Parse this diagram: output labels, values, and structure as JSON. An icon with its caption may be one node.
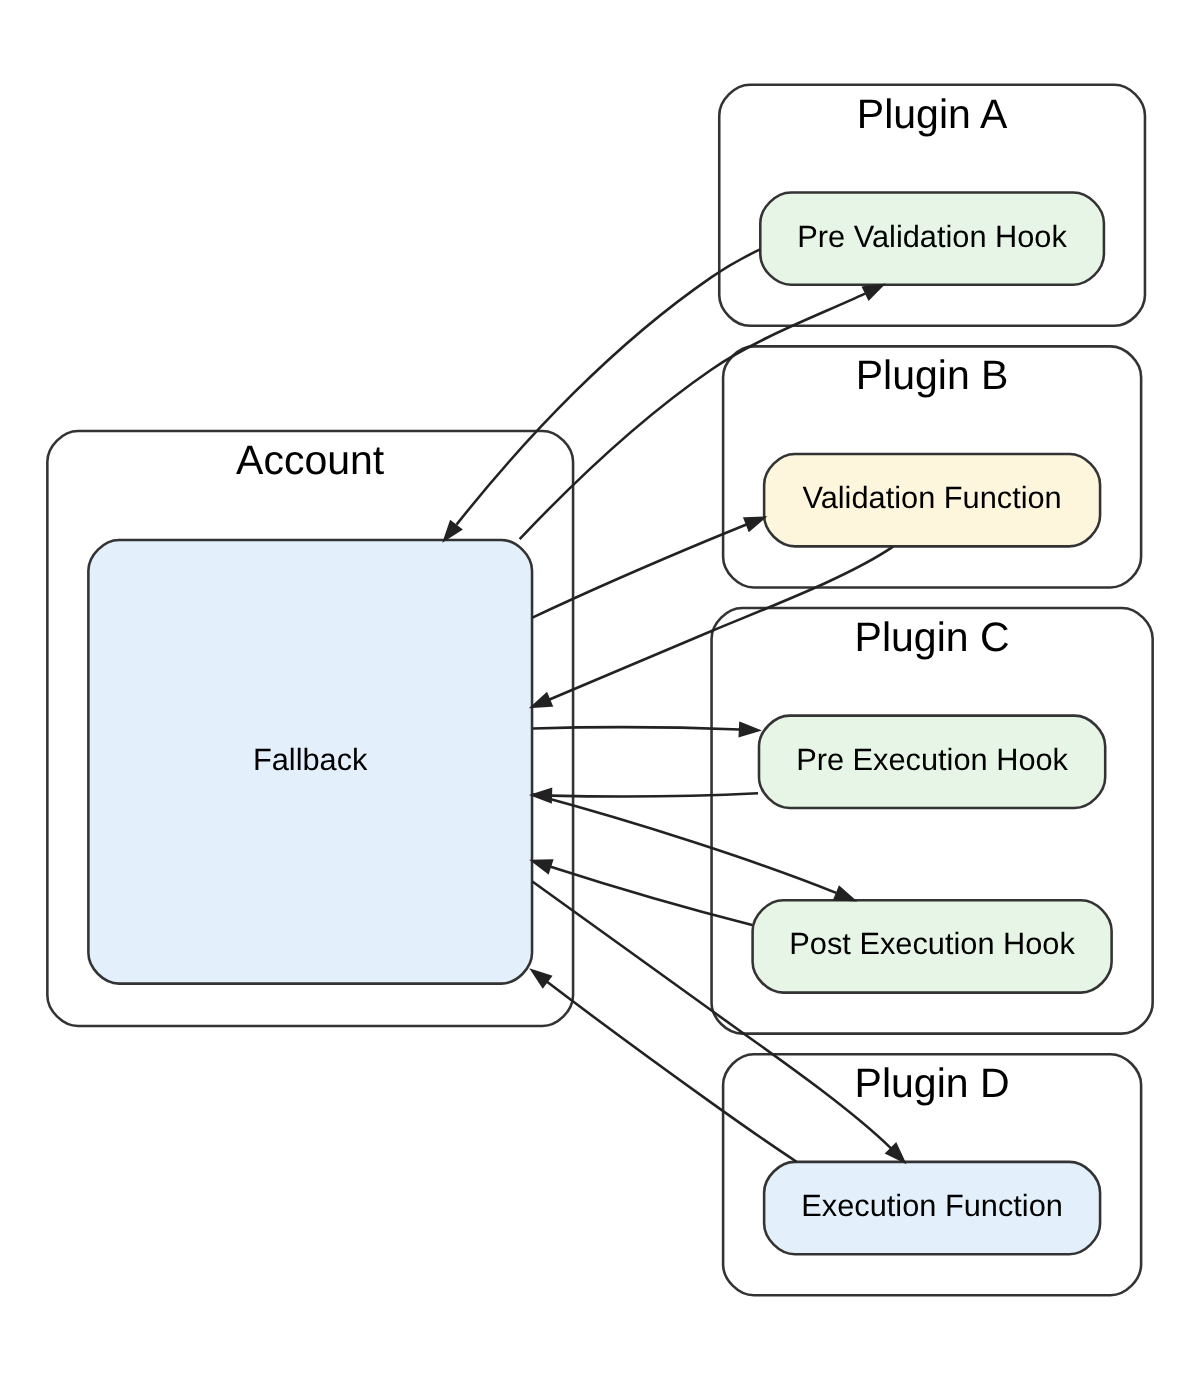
{
  "diagram": {
    "nodes": [
      {
        "text": [
          "Account"
        ]
      },
      {
        "text": [
          "Fallback"
        ],
        "in": 0
      },
      {
        "text": [
          "Plugin A"
        ]
      },
      {
        "text": [
          "Pre Validation Hook"
        ],
        "in": 2
      },
      {
        "text": [
          "Plugin B"
        ]
      },
      {
        "text": [
          "Validation Function"
        ],
        "in": 4
      },
      {
        "text": [
          "Plugin C"
        ]
      },
      {
        "text": [
          "Pre Execution Hook"
        ],
        "in": 6
      },
      {
        "text": [
          "Post Execution Hook"
        ],
        "in": 6
      },
      {
        "text": [
          "Plugin D"
        ]
      },
      {
        "text": [
          "Execution Function"
        ],
        "in": 9
      }
    ],
    "edges": [
      {
        "from": 1,
        "to": 3,
        "arrow": "to"
      },
      {
        "from": 3,
        "to": 1,
        "arrow": "to"
      },
      {
        "from": 1,
        "to": 5,
        "arrow": "to"
      },
      {
        "from": 5,
        "to": 1,
        "arrow": "to"
      },
      {
        "from": 1,
        "to": 7,
        "arrow": "to"
      },
      {
        "from": 7,
        "to": 1,
        "arrow": "to"
      },
      {
        "from": 1,
        "to": 8,
        "arrow": "to"
      },
      {
        "from": 8,
        "to": 1,
        "arrow": "to"
      },
      {
        "from": 1,
        "to": 10,
        "arrow": "to"
      },
      {
        "from": 10,
        "to": 1,
        "arrow": "to"
      }
    ]
  }
}
